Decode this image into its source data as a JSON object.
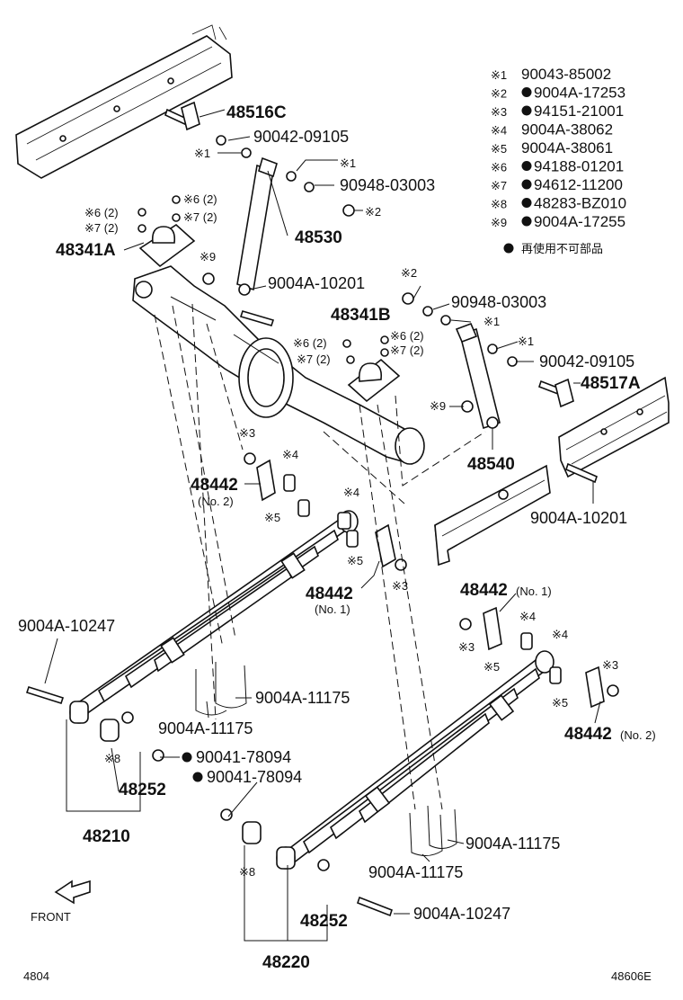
{
  "legend": [
    {
      "mark": "※1",
      "reuse": false,
      "part": "90043-85002"
    },
    {
      "mark": "※2",
      "reuse": true,
      "part": "9004A-17253"
    },
    {
      "mark": "※3",
      "reuse": true,
      "part": "94151-21001"
    },
    {
      "mark": "※4",
      "reuse": false,
      "part": "9004A-38062"
    },
    {
      "mark": "※5",
      "reuse": false,
      "part": "9004A-38061"
    },
    {
      "mark": "※6",
      "reuse": true,
      "part": "94188-01201"
    },
    {
      "mark": "※7",
      "reuse": true,
      "part": "94612-11200"
    },
    {
      "mark": "※8",
      "reuse": true,
      "part": "48283-BZ010"
    },
    {
      "mark": "※9",
      "reuse": true,
      "part": "9004A-17255"
    }
  ],
  "legend_note": "再使用不可部品",
  "labels": {
    "p48516c": "48516C",
    "p9004209105_top": "90042-09105",
    "p9094803003_top": "90948-03003",
    "p48530": "48530",
    "p48341a": "48341A",
    "p9004a10201_top": "9004A-10201",
    "p48341b": "48341B",
    "p9094803003_mid": "90948-03003",
    "p9004209105_mid": "90042-09105",
    "p48517a": "48517A",
    "p48540": "48540",
    "p9004a10201_mid": "9004A-10201",
    "p48442_l2": "48442",
    "p48442_l2_no": "(No. 2)",
    "p48442_l1": "48442",
    "p48442_l1_no": "(No. 1)",
    "p48442_r1": "48442",
    "p48442_r1_no": "(No. 1)",
    "p48442_r2": "48442",
    "p48442_r2_no": "(No. 2)",
    "p9004a10247_left": "9004A-10247",
    "p9004a11175_a": "9004A-11175",
    "p9004a11175_b": "9004A-11175",
    "p9004178094_a": "90041-78094",
    "p9004178094_b": "90041-78094",
    "p48252_left": "48252",
    "p48210": "48210",
    "p9004a11175_c": "9004A-11175",
    "p9004a11175_d": "9004A-11175",
    "p9004a10247_right": "9004A-10247",
    "p48252_right": "48252",
    "p48220": "48220",
    "front": "FRONT",
    "page_left": "4804",
    "page_right": "48606E"
  },
  "marks": {
    "m1_a": "※1",
    "m1_b": "※1",
    "m1_c": "※1",
    "m1_d": "※1",
    "m2_a": "※2",
    "m2_b": "※2",
    "m6_a": "※6 (2)",
    "m7_a": "※7 (2)",
    "m6_b": "※6 (2)",
    "m7_b": "※7 (2)",
    "m6_c": "※6 (2)",
    "m7_c": "※7 (2)",
    "m6_d": "※6 (2)",
    "m7_d": "※7 (2)",
    "m9_a": "※9",
    "m9_b": "※9",
    "m3_a": "※3",
    "m4_a": "※4",
    "m5_a": "※5",
    "m4_b": "※4",
    "m5_b": "※5",
    "m3_b": "※3",
    "m4_c": "※4",
    "m3_c": "※3",
    "m5_c": "※5",
    "m4_d": "※4",
    "m3_d": "※3",
    "m5_d": "※5",
    "m8_a": "※8",
    "m8_b": "※8"
  },
  "colors": {
    "ink": "#111111",
    "paper": "#ffffff"
  }
}
